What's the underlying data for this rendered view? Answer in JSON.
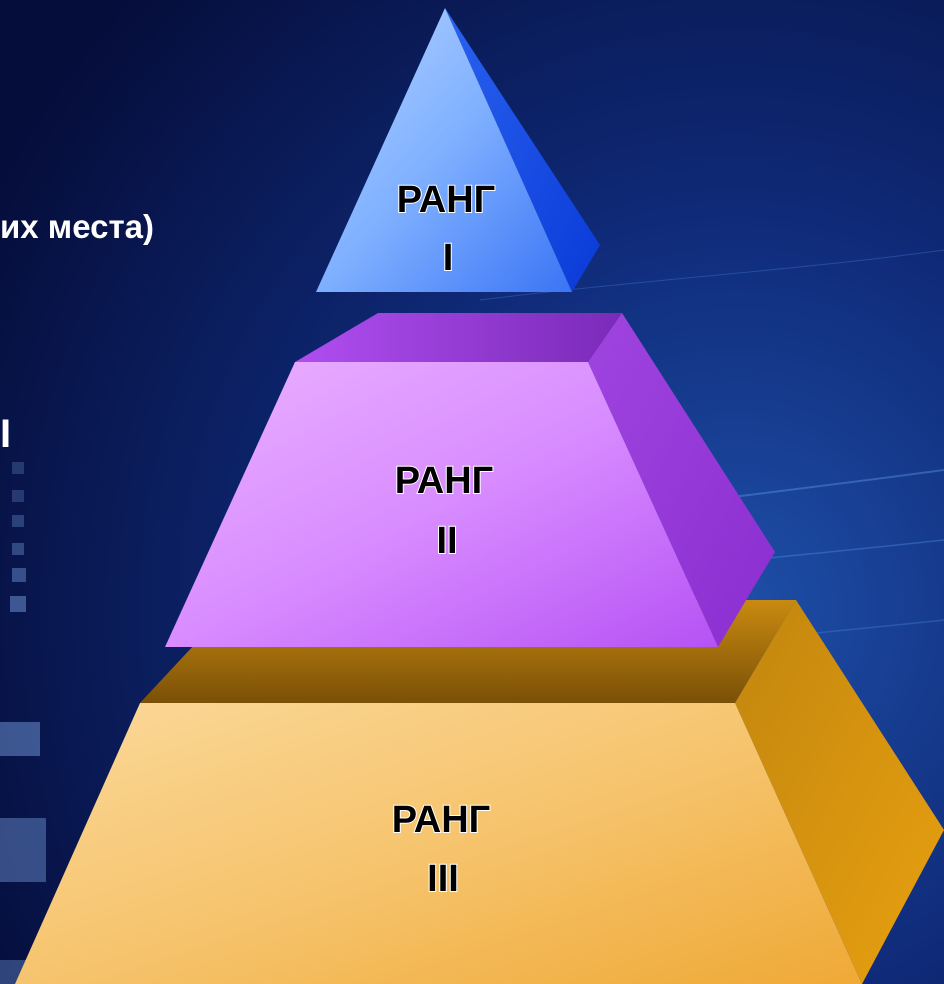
{
  "left_text": {
    "line_1": "их места)",
    "line_2": "I"
  },
  "pyramid": {
    "tiers": [
      {
        "label_line_1": "РАНГ",
        "label_line_2": "I"
      },
      {
        "label_line_1": "РАНГ",
        "label_line_2": "II"
      },
      {
        "label_line_1": "РАНГ",
        "label_line_2": "III"
      }
    ]
  },
  "colors": {
    "background_dark": "#050d3a",
    "background_mid": "#123a8a",
    "tier_1": "#5a9cff",
    "tier_2": "#d07cff",
    "tier_3": "#f5c060",
    "divider": "#6aa0e0"
  }
}
